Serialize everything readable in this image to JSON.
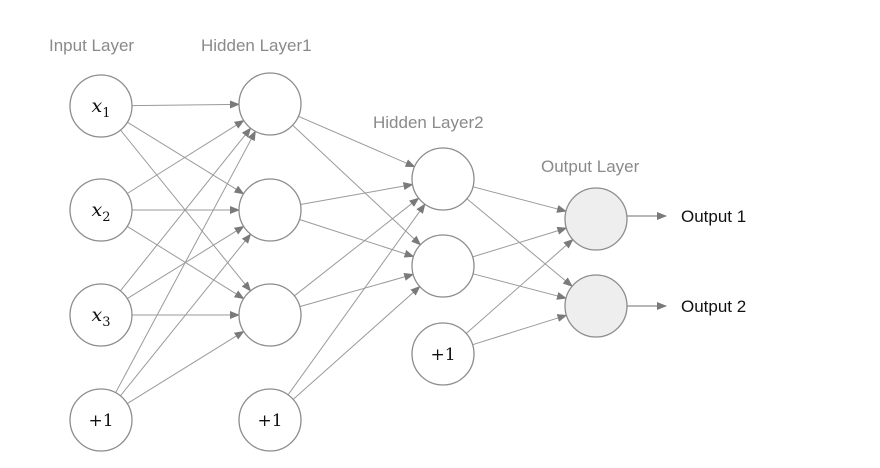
{
  "layers": {
    "input": {
      "label": "Input Layer",
      "nodes": [
        {
          "var": "x",
          "sub": "1"
        },
        {
          "var": "x",
          "sub": "2"
        },
        {
          "var": "x",
          "sub": "3"
        }
      ],
      "bias": "+1"
    },
    "hidden1": {
      "label": "Hidden Layer1",
      "bias": "+1"
    },
    "hidden2": {
      "label": "Hidden Layer2",
      "bias": "+1"
    },
    "output": {
      "label": "Output Layer",
      "outputs": [
        "Output 1",
        "Output 2"
      ]
    }
  },
  "colors": {
    "edge": "#9a9a9a",
    "node_stroke": "#8c8c8c",
    "output_fill": "#eeeeee",
    "label": "#8a8a8a"
  }
}
